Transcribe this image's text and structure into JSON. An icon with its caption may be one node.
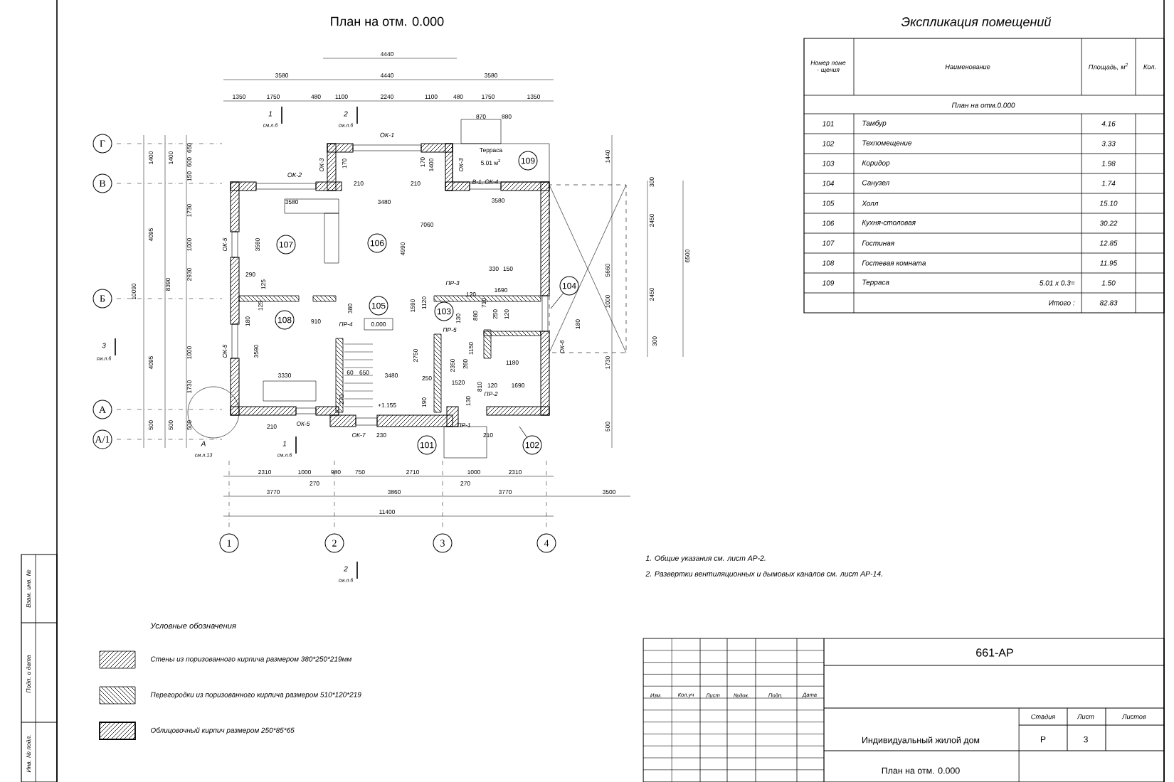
{
  "diagram": {
    "title": "План на отм. 0.000",
    "nodes": [
      {
        "text": [
          "101"
        ]
      },
      {
        "text": [
          "102"
        ]
      },
      {
        "text": [
          "103"
        ]
      },
      {
        "text": [
          "104"
        ]
      },
      {
        "text": [
          "105"
        ]
      },
      {
        "text": [
          "106"
        ]
      },
      {
        "text": [
          "107"
        ]
      },
      {
        "text": [
          "108"
        ]
      },
      {
        "text": [
          "109"
        ]
      },
      {
        "text": [
          "Г"
        ]
      },
      {
        "text": [
          "В"
        ]
      },
      {
        "text": [
          "Б"
        ]
      },
      {
        "text": [
          "А"
        ]
      },
      {
        "text": [
          "А/1"
        ]
      },
      {
        "text": [
          "1"
        ]
      },
      {
        "text": [
          "2"
        ]
      },
      {
        "text": [
          "3"
        ]
      },
      {
        "text": [
          "4"
        ]
      }
    ],
    "edges": [
      {
        "from": 1,
        "to": null,
        "arrow": "none"
      },
      {
        "from": 3,
        "to": null,
        "arrow": "none"
      }
    ],
    "labels": [
      "Экспликация помещений",
      "Номер поме - щения",
      "Наименование",
      "Площадь, м$^{2}$",
      "Кол.",
      "План на отм.0.000",
      "101",
      "Тамбур",
      "4.16",
      "102",
      "Техпомещение",
      "3.33",
      "103",
      "Коридор",
      "1.98",
      "104",
      "Санузел",
      "1.74",
      "105",
      "Холл",
      "15.10",
      "106",
      "Кухня-столовая",
      "30.22",
      "107",
      "Гостиная",
      "12.85",
      "108",
      "Гостевая комната",
      "11.95",
      "109",
      "Терраса",
      "5.01 х 0.3=",
      "1.50",
      "Итого :",
      "82.83",
      "4440",
      "3580",
      "4440",
      "3580",
      "1350",
      "1750",
      "480",
      "1100",
      "2240",
      "1100",
      "480",
      "1750",
      "1350",
      "1",
      "см.л.6",
      "2",
      "см.л.6",
      "870",
      "880",
      "ОК-1",
      "Терраса",
      "5.01 м$^{2}$",
      "ОК-2",
      "ОК-3",
      "170",
      "170",
      "1400",
      "ОК-3",
      "210",
      "210",
      "В-1, ОК-4",
      "3580",
      "3480",
      "3580",
      "7060",
      "ОК-5",
      "3590",
      "4990",
      "1400",
      "1400",
      "650",
      "600",
      "150",
      "1730",
      "4095",
      "1000",
      "10090",
      "8390",
      "2930",
      "4095",
      "1000",
      "1730",
      "500",
      "500",
      "500",
      "290",
      "125",
      "125",
      "180",
      "ОК-5",
      "3590",
      "910",
      "380",
      "ПР-4",
      "0.000",
      "1590",
      "1120",
      "ПР-3",
      "120",
      "1690",
      "330",
      "150",
      "130",
      "880",
      "710",
      "250",
      "120",
      "ПР-5",
      "2750",
      "2350",
      "1150",
      "260",
      "1180",
      "3330",
      "60",
      "650",
      "3480",
      "250",
      "1520",
      "810",
      "130",
      "120",
      "1690",
      "ПР-2",
      "270",
      "+1.155",
      "190",
      "210",
      "ОК-5",
      "ОК-7",
      "230",
      "ПР-1",
      "210",
      "1",
      "см.л.6",
      "А",
      "см.л.13",
      "2310",
      "1000",
      "270",
      "980",
      "750",
      "2710",
      "1000",
      "270",
      "2310",
      "3770",
      "3860",
      "3770",
      "3500",
      "11400",
      "1440",
      "5660",
      "300",
      "2450",
      "2450",
      "6500",
      "180",
      "ОК-6",
      "1000",
      "1730",
      "500",
      "300",
      "3",
      "см.л.6",
      "2",
      "см.л.6",
      "1. Общие указания см. лист АР-2.",
      "2. Развертки вентиляционных и дымовых каналов см. лист АР-14.",
      "Условные обозначения",
      "Изм.",
      "Кол.уч",
      "Лист",
      "№док.",
      "Подп.",
      "Дата",
      "661-АР",
      "Индивидуальный жилой дом",
      "Стадия",
      "Лист",
      "Листов",
      "Р",
      "3",
      "План на отм. 0.000",
      "Взам. инв. №",
      "Подп. и дата",
      "Инв. № подл."
    ],
    "legend": [
      {
        "text": "Стены из поризованного кирпича размером 380*250*219мм"
      },
      {
        "text": "Перегородки из поризованного кирпича размером 510*120*219"
      },
      {
        "text": "Облицовочный кирпич размером 250*85*65"
      }
    ]
  }
}
